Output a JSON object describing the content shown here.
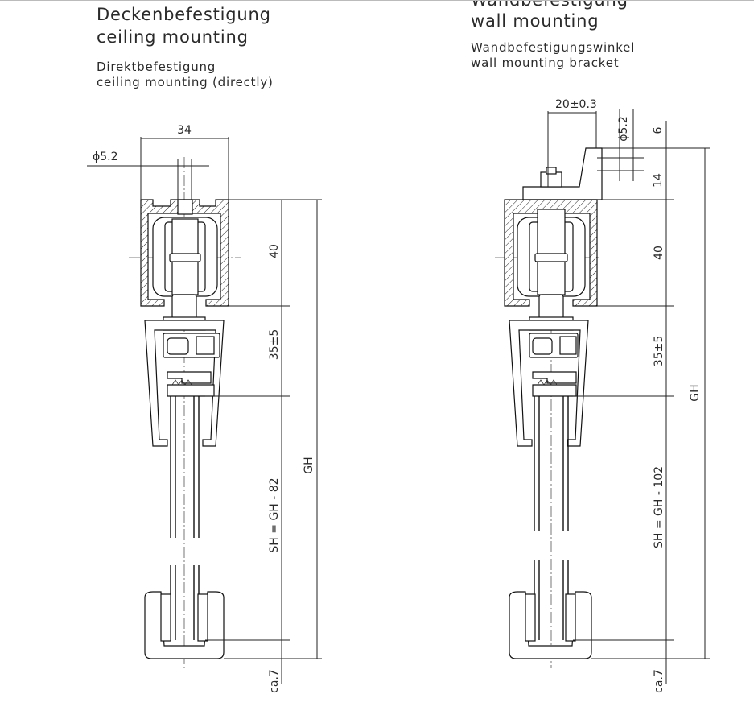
{
  "left": {
    "title_de": "Deckenbefestigung",
    "title_en": "ceiling mounting",
    "sub_de": "Direktbefestigung",
    "sub_en": "ceiling mounting (directly)",
    "dims": {
      "width": "34",
      "hole": "ϕ5.2",
      "profile_height": "40",
      "carriage": "35±5",
      "slide_height": "SH = GH - 82",
      "total": "GH",
      "bottom": "ca.7"
    }
  },
  "right": {
    "title_de": "Wandbefestigung",
    "title_en": "wall mounting",
    "sub_de": "Wandbefestigungswinkel",
    "sub_en": "wall mounting bracket",
    "dims": {
      "bracket_offset": "20±0.3",
      "hole": "ϕ5.2",
      "top": "6",
      "bracket": "14",
      "profile_height": "40",
      "carriage": "35±5",
      "slide_height": "SH = GH - 102",
      "total": "GH",
      "bottom": "ca.7"
    }
  }
}
